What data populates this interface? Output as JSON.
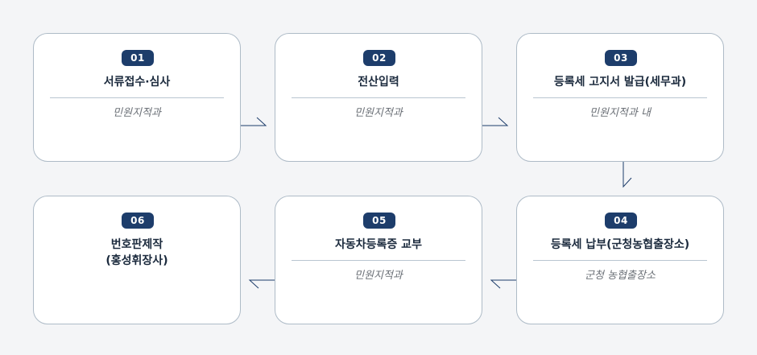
{
  "steps": [
    {
      "number": "01",
      "title": "서류접수·심사",
      "department": "민원지적과"
    },
    {
      "number": "02",
      "title": "전산입력",
      "department": "민원지적과"
    },
    {
      "number": "03",
      "title": "등록세 고지서 발급(세무과)",
      "department": "민원지적과 내"
    },
    {
      "number": "04",
      "title": "등록세 납부(군청농협출장소)",
      "department": "군청 농협출장소"
    },
    {
      "number": "05",
      "title": "자동차등록증 교부",
      "department": "민원지적과"
    },
    {
      "number": "06",
      "title": "번호판제작\n(홍성휘장사)",
      "department": ""
    }
  ],
  "colors": {
    "accent": "#1d3d6b",
    "card_border": "#aebbc7",
    "background": "#f4f5f7"
  }
}
